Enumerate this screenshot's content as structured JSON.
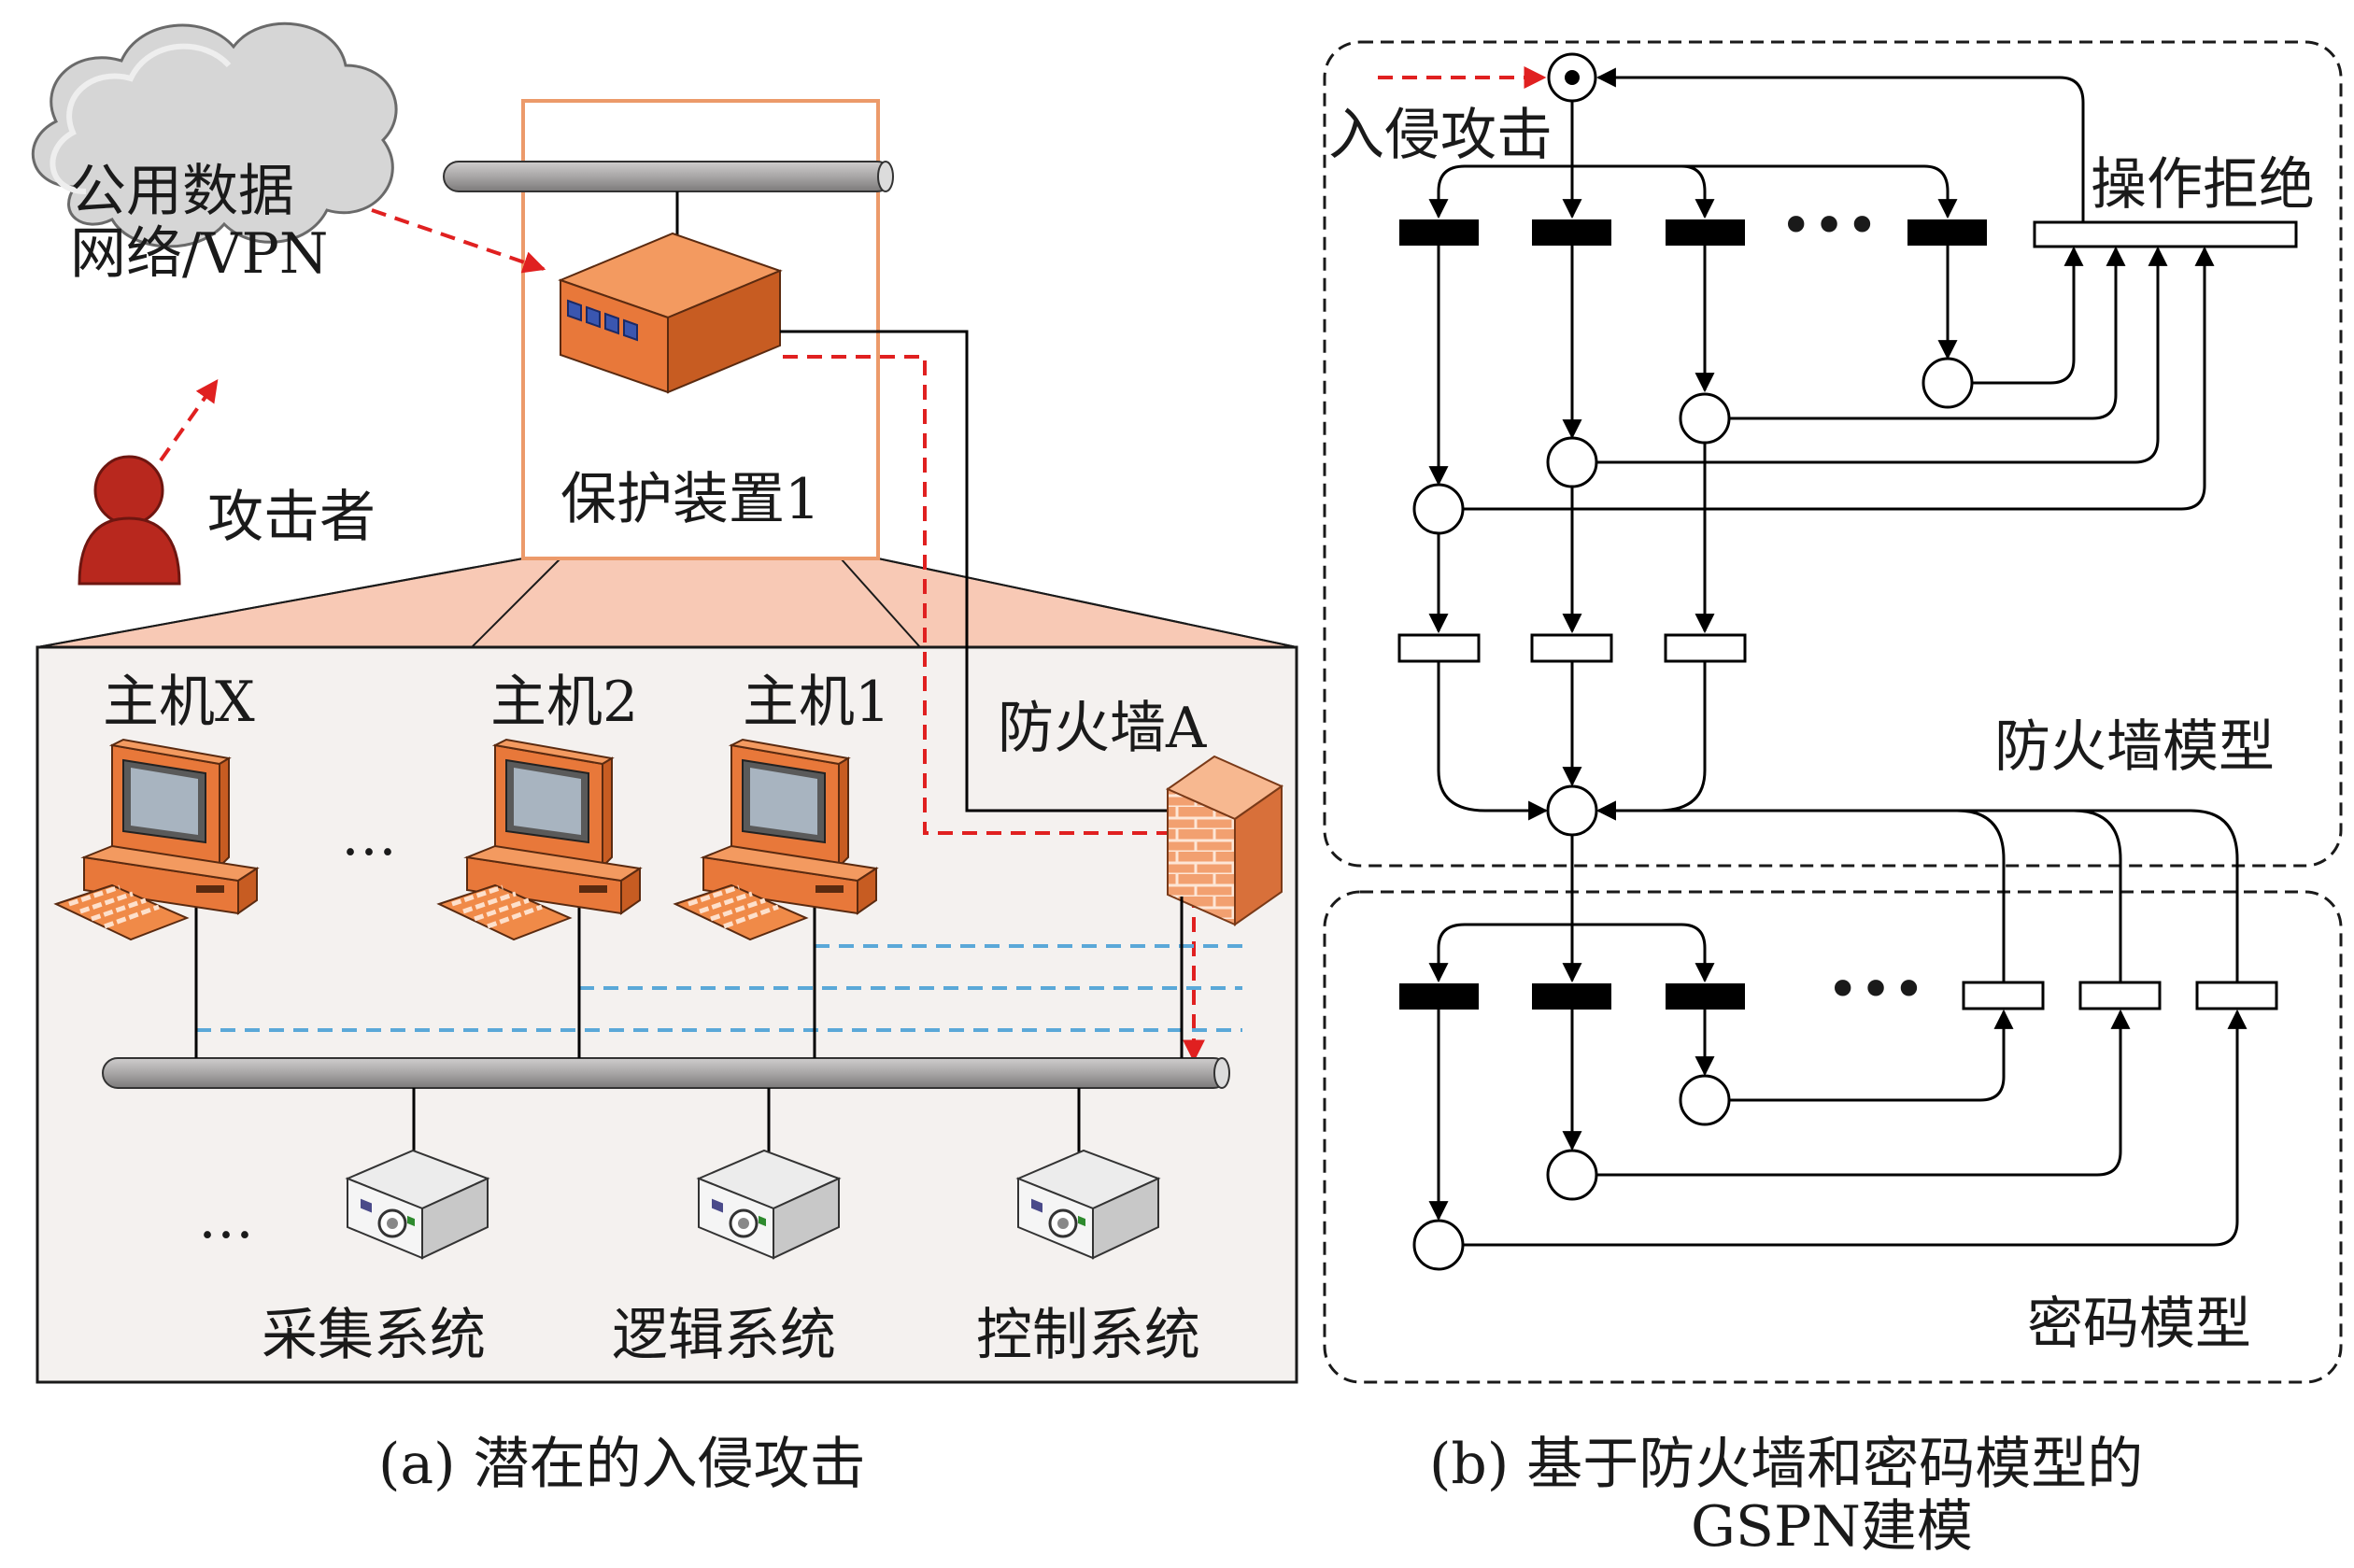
{
  "panel_a": {
    "cloud_label_line1": "公用数据",
    "cloud_label_line2": "网络/VPN",
    "attacker_label": "攻击者",
    "device_label": "保护装置1",
    "host_x_label": "主机X",
    "host_2_label": "主机2",
    "host_1_label": "主机1",
    "firewall_label": "防火墙A",
    "ellipsis_hosts": "…",
    "ellipsis_systems": "…",
    "system_1_label": "采集系统",
    "system_2_label": "逻辑系统",
    "system_3_label": "控制系统",
    "caption": "(a) 潜在的入侵攻击"
  },
  "panel_b": {
    "intrusion_label": "入侵攻击",
    "reject_label": "操作拒绝",
    "firewall_model_label": "防火墙模型",
    "password_model_label": "密码模型",
    "dots": "•••",
    "caption_line1": "(b) 基于防火墙和密码模型的",
    "caption_line2": "GSPN建模"
  },
  "colors": {
    "orange": "#e8783a",
    "orange_frame": "#ec9a6a",
    "salmon_fill": "#f8c9b5",
    "panel_bg": "#f4f1ef",
    "red_dash": "#e02020",
    "blue_dash": "#5aa8d8",
    "bus_gray": "#a8a6a6",
    "cloud_gray": "#d6d6d6",
    "attacker_red": "#b8281e"
  }
}
